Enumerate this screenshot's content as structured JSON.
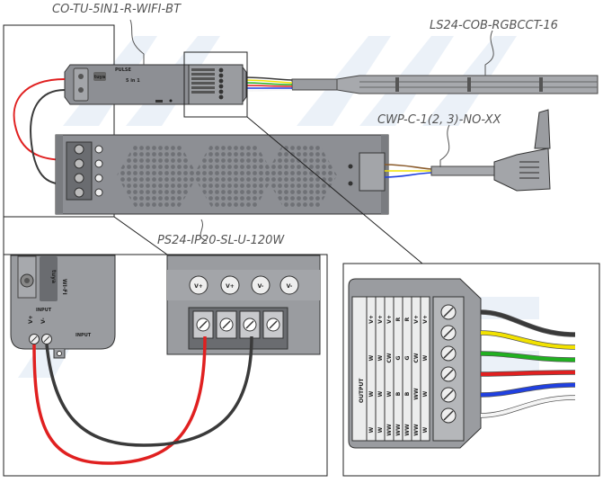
{
  "labels": {
    "controller": "CO-TU-5IN1-R-WIFI-BT",
    "strip": "LS24-COB-RGBCCT-16",
    "cable": "CWP-C-1(2, 3)-NO-XX",
    "psu": "PS24-IP20-SL-U-120W"
  },
  "controller_face": {
    "brand": "PULSE",
    "tuya": "tuya",
    "wifi": "WI-FI",
    "five_in_one": "5 in 1",
    "input": "INPUT"
  },
  "psu_terminals": [
    "V+",
    "V+",
    "V-",
    "V-"
  ],
  "output_block": {
    "title": "OUTPUT",
    "columns": [
      [
        "W",
        "W",
        "W",
        "V+"
      ],
      [
        "W",
        "W",
        "W",
        "V+"
      ],
      [
        "WW",
        "W",
        "CW",
        "V+"
      ],
      [
        "WW",
        "B",
        "G",
        "R"
      ],
      [
        "WW",
        "B",
        "G",
        "R"
      ],
      [
        "WW",
        "WW",
        "CW",
        "V+"
      ],
      [
        "W",
        "W",
        "W",
        "V+"
      ]
    ]
  },
  "controller_input_terminals": [
    "V+",
    "V-"
  ],
  "colors": {
    "red_wire": "#e02020",
    "black_wire": "#3a3a3a",
    "yellow_wire": "#f2e200",
    "green_wire": "#20b020",
    "blue_wire": "#2040e0",
    "white_wire": "#f5f5f5",
    "device_grey": "#8d8f94",
    "watermark": "#dbe6f3"
  }
}
